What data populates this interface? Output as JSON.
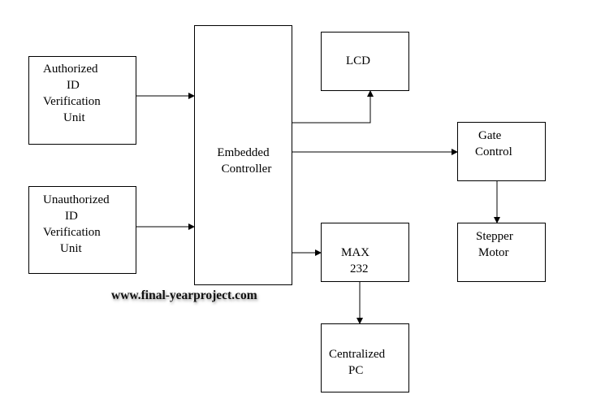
{
  "diagram": {
    "blocks": {
      "authorized": [
        "Authorized",
        "ID",
        "Verification",
        "Unit"
      ],
      "unauthorized": [
        "Unauthorized",
        "ID",
        "Verification",
        "Unit"
      ],
      "controller": [
        "Embedded",
        "Controller"
      ],
      "lcd": "LCD",
      "gate": [
        "Gate",
        "Control"
      ],
      "max": [
        "MAX",
        "232"
      ],
      "stepper": [
        "Stepper",
        "Motor"
      ],
      "pc": [
        "Centralized",
        "PC"
      ]
    },
    "connections": [
      {
        "from": "authorized",
        "to": "controller"
      },
      {
        "from": "unauthorized",
        "to": "controller"
      },
      {
        "from": "controller",
        "to": "lcd"
      },
      {
        "from": "controller",
        "to": "gate"
      },
      {
        "from": "controller",
        "to": "max"
      },
      {
        "from": "gate",
        "to": "stepper"
      },
      {
        "from": "max",
        "to": "pc"
      }
    ],
    "colors": {
      "stroke": "#000000",
      "background": "#ffffff"
    }
  },
  "watermark": "www.final-yearproject.com"
}
